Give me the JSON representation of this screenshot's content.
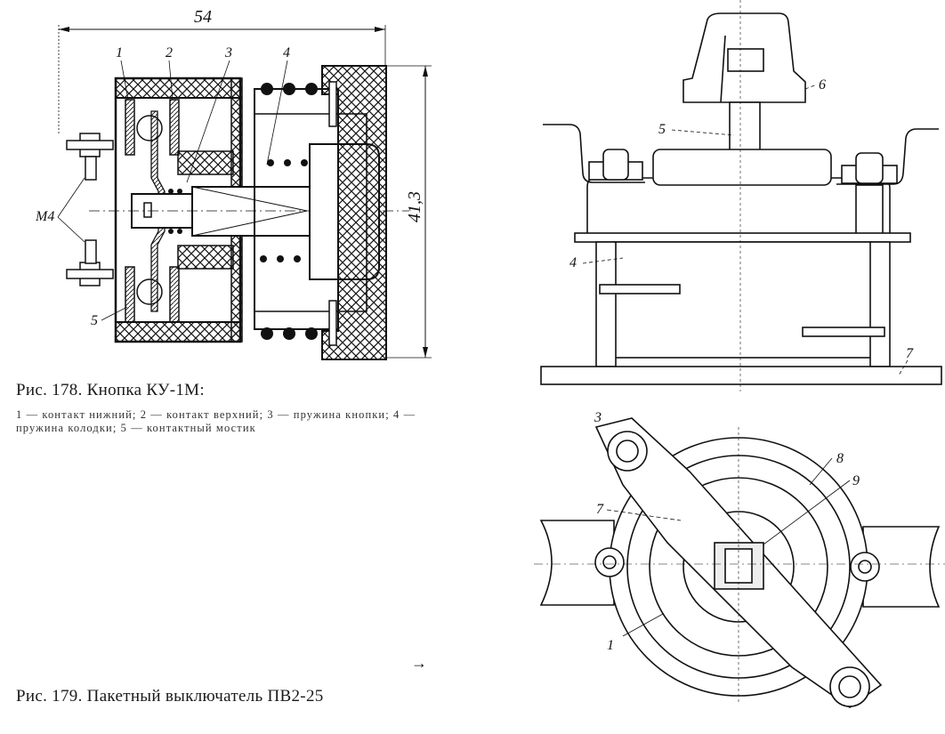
{
  "figure178": {
    "caption_title": "Рис. 178. Кнопка КУ-1М:",
    "caption_legend": "1 — контакт нижний; 2 — контакт верхний; 3 — пружина кнопки; 4 — пружина колодки; 5 — контактный мостик",
    "dimensions": {
      "width": "54",
      "height": "41,3"
    },
    "callouts": [
      "1",
      "2",
      "3",
      "4",
      "5",
      "М4"
    ]
  },
  "figure179": {
    "caption_title": "Рис. 179. Пакетный выключатель ПВ2-25",
    "side_view_callouts": [
      "4",
      "5",
      "6",
      "7"
    ],
    "top_view_callouts": [
      "1",
      "3",
      "7",
      "8",
      "9"
    ]
  },
  "page": {
    "continuation_arrow": "→"
  }
}
